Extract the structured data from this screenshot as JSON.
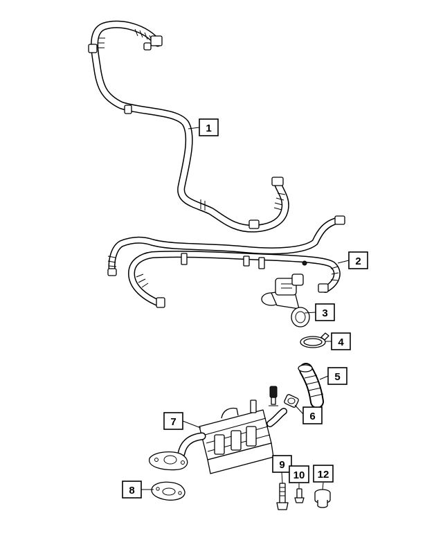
{
  "callouts": [
    {
      "label": "1"
    },
    {
      "label": "2"
    },
    {
      "label": "3"
    },
    {
      "label": "4"
    },
    {
      "label": "5"
    },
    {
      "label": "6"
    },
    {
      "label": "7"
    },
    {
      "label": "8"
    },
    {
      "label": "9"
    },
    {
      "label": "10"
    },
    {
      "label": "12"
    }
  ]
}
